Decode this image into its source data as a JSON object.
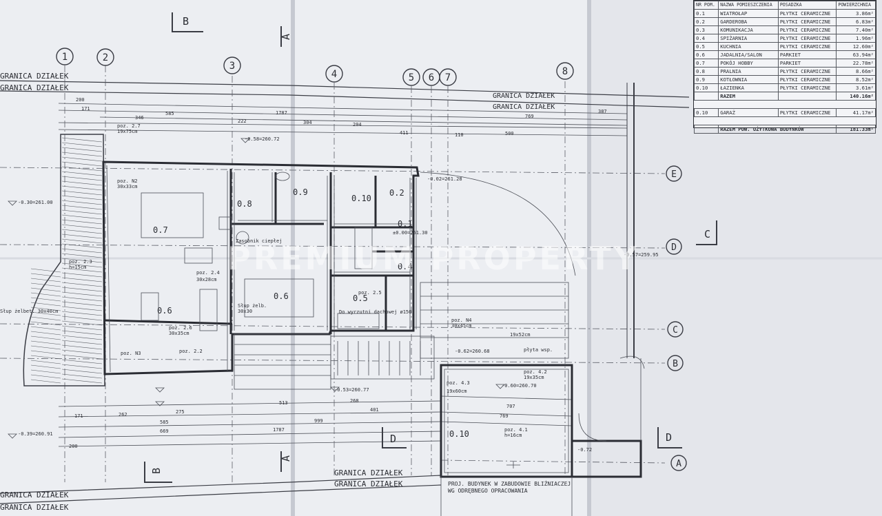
{
  "boundary_label": "GRANICA DZIAŁEK",
  "grid_axes": [
    "1",
    "2",
    "3",
    "4",
    "5",
    "6",
    "7",
    "8"
  ],
  "grid_rows": [
    "E",
    "D",
    "C",
    "B",
    "A"
  ],
  "section_marks": [
    "A",
    "B",
    "C",
    "D"
  ],
  "rooms": [
    {
      "label": "0.7"
    },
    {
      "label": "0.8"
    },
    {
      "label": "0.9"
    },
    {
      "label": "0.10"
    },
    {
      "label": "0.2"
    },
    {
      "label": "0.1"
    },
    {
      "label": "0.6"
    },
    {
      "label": "0.5"
    },
    {
      "label": "0.6"
    },
    {
      "label": "0.4"
    },
    {
      "label": "0.10"
    }
  ],
  "annotations": [
    "poz. 2.7",
    "19x75cm",
    "poz. N2",
    "30x33cm",
    "poz. 2.3",
    "h=15cm",
    "poz. 2.4",
    "30x28cm",
    "poz. 2.6",
    "30x35cm",
    "poz. 2.2",
    "poz. N3",
    "Słup żelb.",
    "30x30",
    "poz. 2.5",
    "poz. N4",
    "30x45cm",
    "19x52cm",
    "poz. 4.2",
    "19x35cm",
    "poz. 4.3",
    "19x60cm",
    "poz. 4.1",
    "h=16cm",
    "płyta wsp.",
    "Zasobnik ciepłej",
    "Do wyrzutni dachowej ø150",
    "Słup żelbet. 30x40cm"
  ],
  "levels": [
    "-0.30=261.00",
    "-0.39=260.91",
    "-0.58=260.72",
    "-0.02=261.28",
    "±0.00=261.30",
    "-0.53=260.77",
    "-0.62=260.68",
    "-0.60=260.70",
    "-0.72",
    "-0.57=259.95"
  ],
  "dimensions_top": [
    "200",
    "171",
    "346",
    "585",
    "1787",
    "222",
    "304",
    "204",
    "411",
    "769",
    "387",
    "500",
    "110"
  ],
  "dimensions_bottom": [
    "171",
    "262",
    "275",
    "513",
    "268",
    "401",
    "585",
    "999",
    "669",
    "1787",
    "707",
    "769",
    "200"
  ],
  "attached_building_note": [
    "PROJ. BUDYNEK W ZABUDOWIE BLIŹNIACZEJ",
    "WG ODRĘBNEGO OPRACOWANIA"
  ],
  "legend": {
    "headers": [
      "NR POM.",
      "NAZWA POMIESZCZENIA",
      "POSADZKA",
      "POWIERZCHNIA"
    ],
    "rows": [
      {
        "nr": "0.1",
        "name": "WIATROŁAP",
        "floor": "PŁYTKI CERAMICZNE",
        "area": "3.86m²"
      },
      {
        "nr": "0.2",
        "name": "GARDEROBA",
        "floor": "PŁYTKI CERAMICZNE",
        "area": "6.83m²"
      },
      {
        "nr": "0.3",
        "name": "KOMUNIKACJA",
        "floor": "PŁYTKI CERAMICZNE",
        "area": "7.40m²"
      },
      {
        "nr": "0.4",
        "name": "SPIŻARNIA",
        "floor": "PŁYTKI CERAMICZNE",
        "area": "1.96m²"
      },
      {
        "nr": "0.5",
        "name": "KUCHNIA",
        "floor": "PŁYTKI CERAMICZNE",
        "area": "12.60m²"
      },
      {
        "nr": "0.6",
        "name": "JADALNIA/SALON",
        "floor": "PARKIET",
        "area": "63.94m²"
      },
      {
        "nr": "0.7",
        "name": "POKÓJ HOBBY",
        "floor": "PARKIET",
        "area": "22.78m²"
      },
      {
        "nr": "0.8",
        "name": "PRALNIA",
        "floor": "PŁYTKI CERAMICZNE",
        "area": "8.66m²"
      },
      {
        "nr": "0.9",
        "name": "KOTŁOWNIA",
        "floor": "PŁYTKI CERAMICZNE",
        "area": "8.52m²"
      },
      {
        "nr": "0.10",
        "name": "ŁAZIENKA",
        "floor": "PŁYTKI CERAMICZNE",
        "area": "3.61m²"
      }
    ],
    "subtotal_label": "RAZEM",
    "subtotal": "140.16m²",
    "garage": {
      "nr": "0.10",
      "name": "GARAŻ",
      "floor": "PŁYTKI CERAMICZNE",
      "area": "41.17m²"
    },
    "total_label": "RAZEM POW. UŻYTKOWA BUDYNKÓW",
    "total": "181.33m²"
  },
  "watermark": "PREMIUM PROPERTY"
}
